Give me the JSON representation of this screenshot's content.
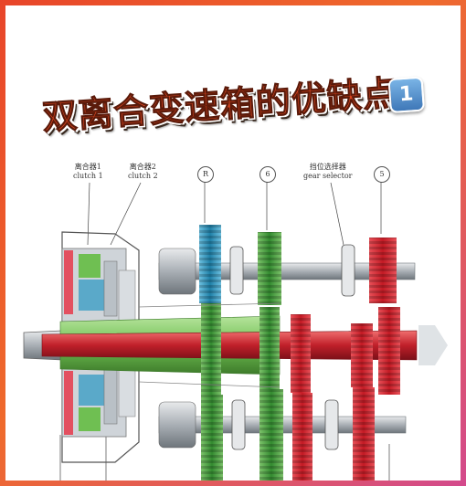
{
  "title": "双离合变速箱的优缺点",
  "badge": "1",
  "labels": {
    "clutch1": {
      "zh": "离合器1",
      "en": "clutch 1"
    },
    "clutch2": {
      "zh": "离合器2",
      "en": "clutch 2"
    },
    "gear_selector": {
      "zh": "挡位选择器",
      "en": "gear selector"
    },
    "gear_r": "R",
    "gear_6": "6",
    "gear_5": "5"
  },
  "colors": {
    "frame_gradient": [
      "#e8452a",
      "#d34a8c"
    ],
    "gear_blue": "#2b8fb5",
    "gear_green": "#3f9a3a",
    "gear_red": "#d8262e",
    "shaft_red": "#c0202a",
    "shaft_green": "#6fbf52",
    "housing_gray": "#9aa0a6"
  }
}
